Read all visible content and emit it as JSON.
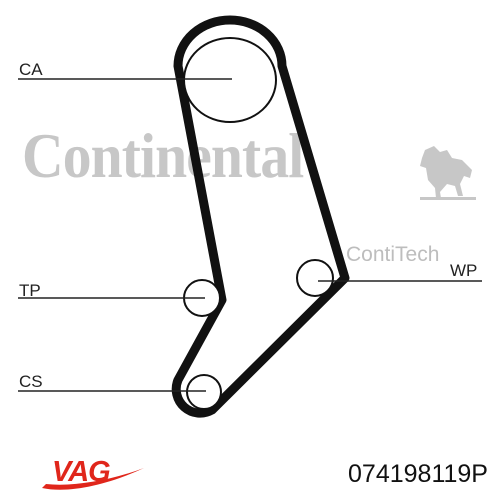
{
  "watermark": {
    "brand": "Continental",
    "sub_brand": "ContiTech",
    "color": "#c7c7c7"
  },
  "diagram": {
    "labels": {
      "ca": "CA",
      "tp": "TP",
      "cs": "CS",
      "wp": "WP"
    },
    "belt_color": "#111111"
  },
  "footer": {
    "brand": "VAG",
    "brand_color": "#e0261b",
    "part_number": "074198119P"
  }
}
